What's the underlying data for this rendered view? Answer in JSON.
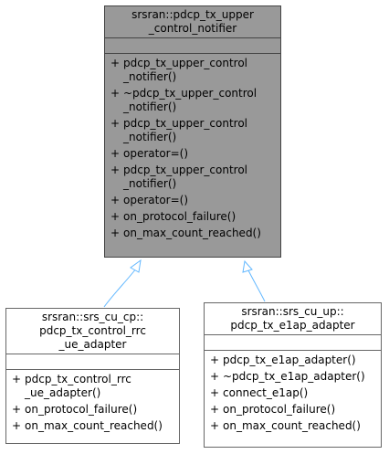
{
  "base_class": {
    "title": "srsran::pdcp_tx_upper\n_control_notifier",
    "operations": [
      {
        "visibility": "+",
        "label": "pdcp_tx_upper_control\n_notifier()"
      },
      {
        "visibility": "+",
        "label": "~pdcp_tx_upper_control\n_notifier()"
      },
      {
        "visibility": "+",
        "label": "pdcp_tx_upper_control\n_notifier()"
      },
      {
        "visibility": "+",
        "label": "operator=()"
      },
      {
        "visibility": "+",
        "label": "pdcp_tx_upper_control\n_notifier()"
      },
      {
        "visibility": "+",
        "label": "operator=()"
      },
      {
        "visibility": "+",
        "label": "on_protocol_failure()"
      },
      {
        "visibility": "+",
        "label": "on_max_count_reached()"
      }
    ]
  },
  "derived_cp": {
    "title": "srsran::srs_cu_cp::\npdcp_tx_control_rrc\n_ue_adapter",
    "operations": [
      {
        "visibility": "+",
        "label": "pdcp_tx_control_rrc\n_ue_adapter()"
      },
      {
        "visibility": "+",
        "label": "on_protocol_failure()"
      },
      {
        "visibility": "+",
        "label": "on_max_count_reached()"
      }
    ]
  },
  "derived_up": {
    "title": "srsran::srs_cu_up::\npdcp_tx_e1ap_adapter",
    "operations": [
      {
        "visibility": "+",
        "label": "pdcp_tx_e1ap_adapter()"
      },
      {
        "visibility": "+",
        "label": "~pdcp_tx_e1ap_adapter()"
      },
      {
        "visibility": "+",
        "label": "connect_e1ap()"
      },
      {
        "visibility": "+",
        "label": "on_protocol_failure()"
      },
      {
        "visibility": "+",
        "label": "on_max_count_reached()"
      }
    ]
  },
  "colors": {
    "base_fill": "#999999",
    "box_border": "#666666",
    "inheritance_arrow": "#63b8ff"
  }
}
